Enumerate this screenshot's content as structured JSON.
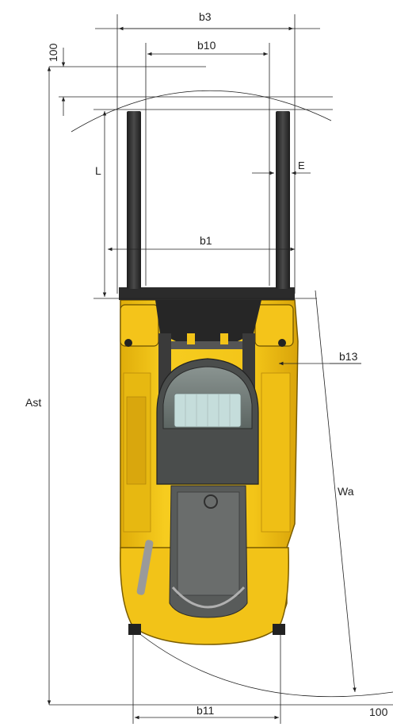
{
  "dimensions": {
    "b3": "b3",
    "b10": "b10",
    "e": "E",
    "l": "L",
    "b1": "b1",
    "b13": "b13",
    "ast": "Ast",
    "wa": "Wa",
    "b11": "b11",
    "clearance_top": "100",
    "clearance_bottom": "100"
  },
  "colors": {
    "chassis_yellow": "#f2c318",
    "chassis_yellow_dark": "#d9a90d",
    "chassis_outline": "#7a5c00",
    "fork": "#333333",
    "carriage": "#2b2b2b",
    "cab_roof": "#6f7774",
    "cab_glass": "#c5dddb",
    "overhead_guard": "#4a4d4c",
    "line": "#222222"
  }
}
